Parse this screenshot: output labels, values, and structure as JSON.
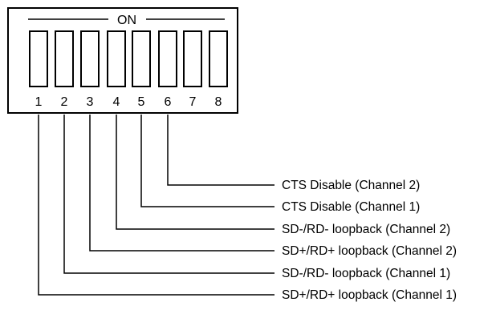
{
  "switch": {
    "header_label": "ON",
    "positions": [
      "1",
      "2",
      "3",
      "4",
      "5",
      "6",
      "7",
      "8"
    ]
  },
  "settings": [
    {
      "switch": "1",
      "label": "SD+/RD+ loopback (Channel 1)"
    },
    {
      "switch": "2",
      "label": "SD-/RD- loopback (Channel 1)"
    },
    {
      "switch": "3",
      "label": "SD+/RD+ loopback (Channel 2)"
    },
    {
      "switch": "4",
      "label": "SD-/RD- loopback (Channel 2)"
    },
    {
      "switch": "5",
      "label": "CTS Disable (Channel 1)"
    },
    {
      "switch": "6",
      "label": "CTS Disable (Channel 2)"
    }
  ]
}
